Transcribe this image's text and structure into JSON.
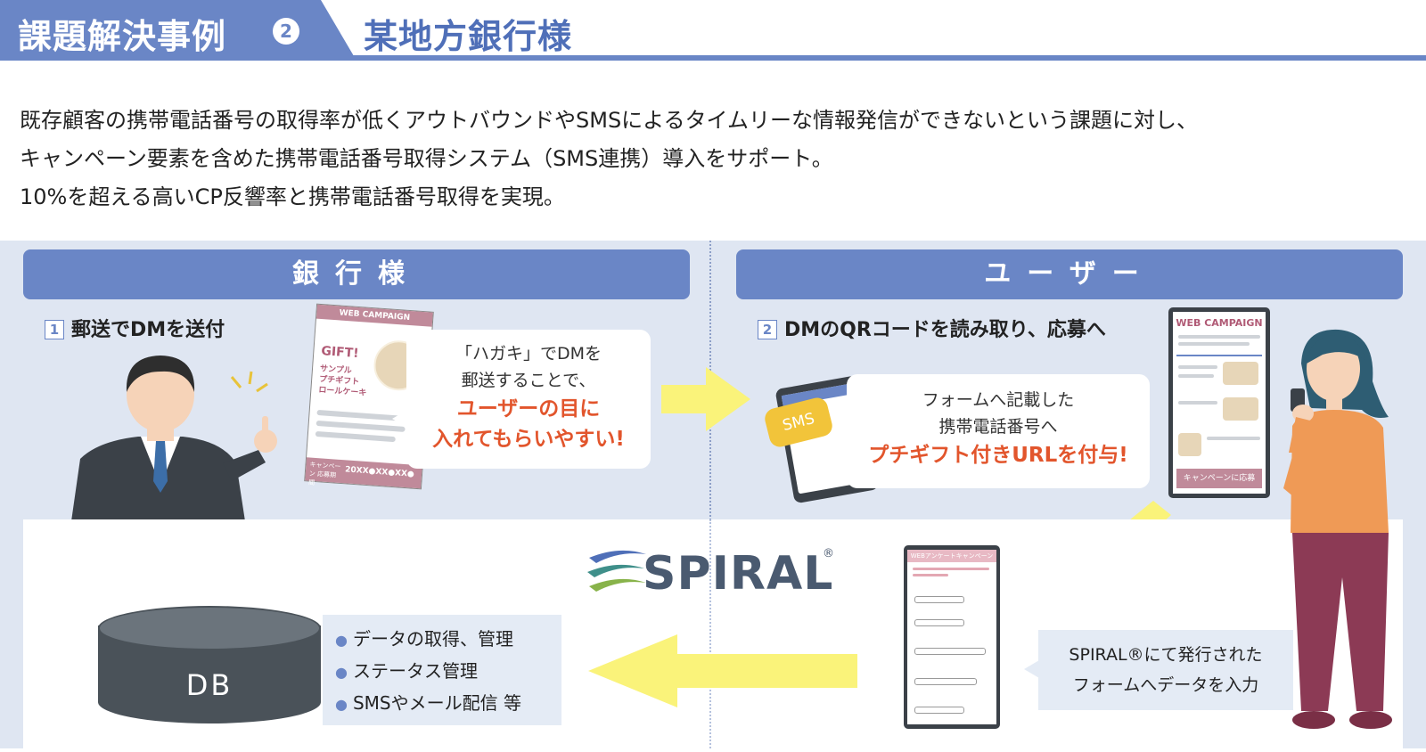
{
  "header": {
    "title_left": "課題解決事例",
    "number": "2",
    "title_right": "某地方銀行様"
  },
  "intro": [
    "既存顧客の携帯電話番号の取得率が低くアウトバウンドやSMSによるタイムリーな情報発信ができないという課題に対し、",
    "キャンペーン要素を含めた携帯電話番号取得システム（SMS連携）導入をサポート。",
    "10%を超える高いCP反響率と携帯電話番号取得を実現。"
  ],
  "bank": {
    "heading": "銀行様",
    "step_num": "1",
    "step_label": "郵送でDMを送付",
    "bubble_line1": "「ハガキ」でDMを",
    "bubble_line2": "郵送することで、",
    "bubble_red1": "ユーザーの目に",
    "bubble_red2": "入れてもらいやすい!",
    "dm_card": {
      "header": "WEB CAMPAIGN",
      "gift": "GIFT!",
      "product": "サンプル\nプチギフト\nロールケーキ",
      "footer": "キャンペーン 応募期間",
      "date": "20XX●XX●XX●"
    }
  },
  "user": {
    "heading": "ユーザー",
    "step_num": "2",
    "step_label": "DMのQRコードを読み取り、応募へ",
    "bubble_line1": "フォームへ記載した",
    "bubble_line2": "携帯電話番号へ",
    "bubble_red": "プチギフト付きURLを付与!",
    "sms_tag": "SMS",
    "phone": {
      "header": "WEB CAMPAIGN",
      "button": "キャンペーンに応募"
    },
    "form_header": "WEBアンケートキャンペーン"
  },
  "spiral": {
    "logo_text": "SPIRAL",
    "registered": "®",
    "note_line1": "SPIRAL®にて発行された",
    "note_line2": "フォームへデータを入力"
  },
  "db": {
    "label": "DB",
    "items": [
      "データの取得、管理",
      "ステータス管理",
      "SMSやメール配信 等"
    ]
  },
  "colors": {
    "accent_blue": "#6a86c6",
    "panel_bg": "#dfe6f2",
    "highlight_red": "#e2552c",
    "arrow_yellow": "#faf37a",
    "db_gray": "#4a5259"
  }
}
